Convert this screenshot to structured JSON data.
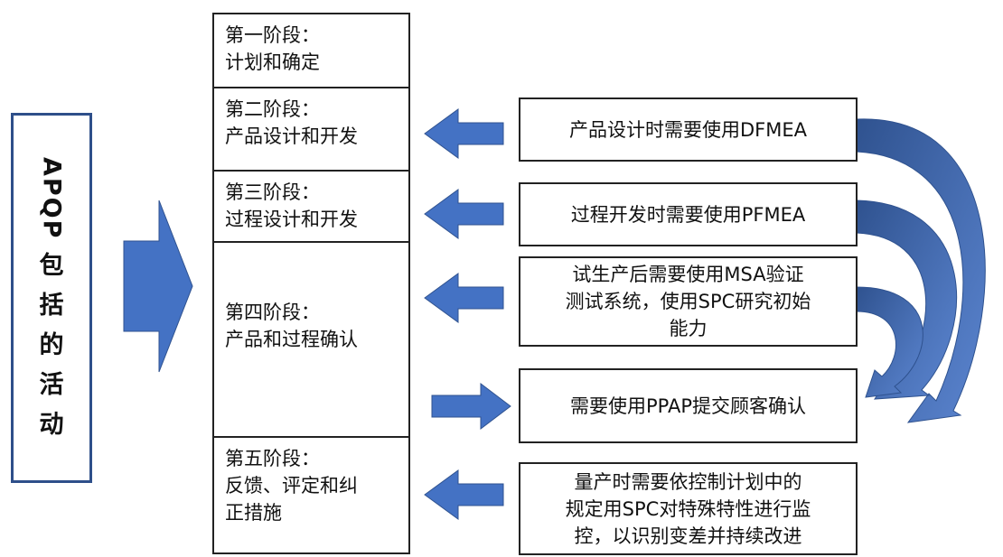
{
  "title": {
    "latin": "APQP",
    "chars": [
      "包",
      "括",
      "的",
      "活",
      "动"
    ]
  },
  "stages": [
    {
      "lines": [
        "第一阶段：",
        "计划和确定"
      ]
    },
    {
      "lines": [
        "第二阶段：",
        "产品设计和开发"
      ]
    },
    {
      "lines": [
        "第三阶段：",
        "过程设计和开发"
      ]
    },
    {
      "lines": [
        "第四阶段：",
        "产品和过程确认"
      ]
    },
    {
      "lines": [
        "第五阶段：",
        "反馈、评定和纠",
        "正措施"
      ]
    }
  ],
  "tools": [
    {
      "lines": [
        "产品设计时需要使用DFMEA"
      ]
    },
    {
      "lines": [
        "过程开发时需要使用PFMEA"
      ]
    },
    {
      "lines": [
        "试生产后需要使用MSA验证",
        "测试系统，使用SPC研究初始",
        "能力"
      ]
    },
    {
      "lines": [
        "需要使用PPAP提交顾客确认"
      ]
    },
    {
      "lines": [
        "量产时需要依控制计划中的",
        "规定用SPC对特殊特性进行监",
        "控，以识别变差并持续改进"
      ]
    }
  ],
  "colors": {
    "arrow_fill": "#4472c4",
    "arrow_stroke": "#2f528f",
    "title_border": "#2e4f8a"
  }
}
